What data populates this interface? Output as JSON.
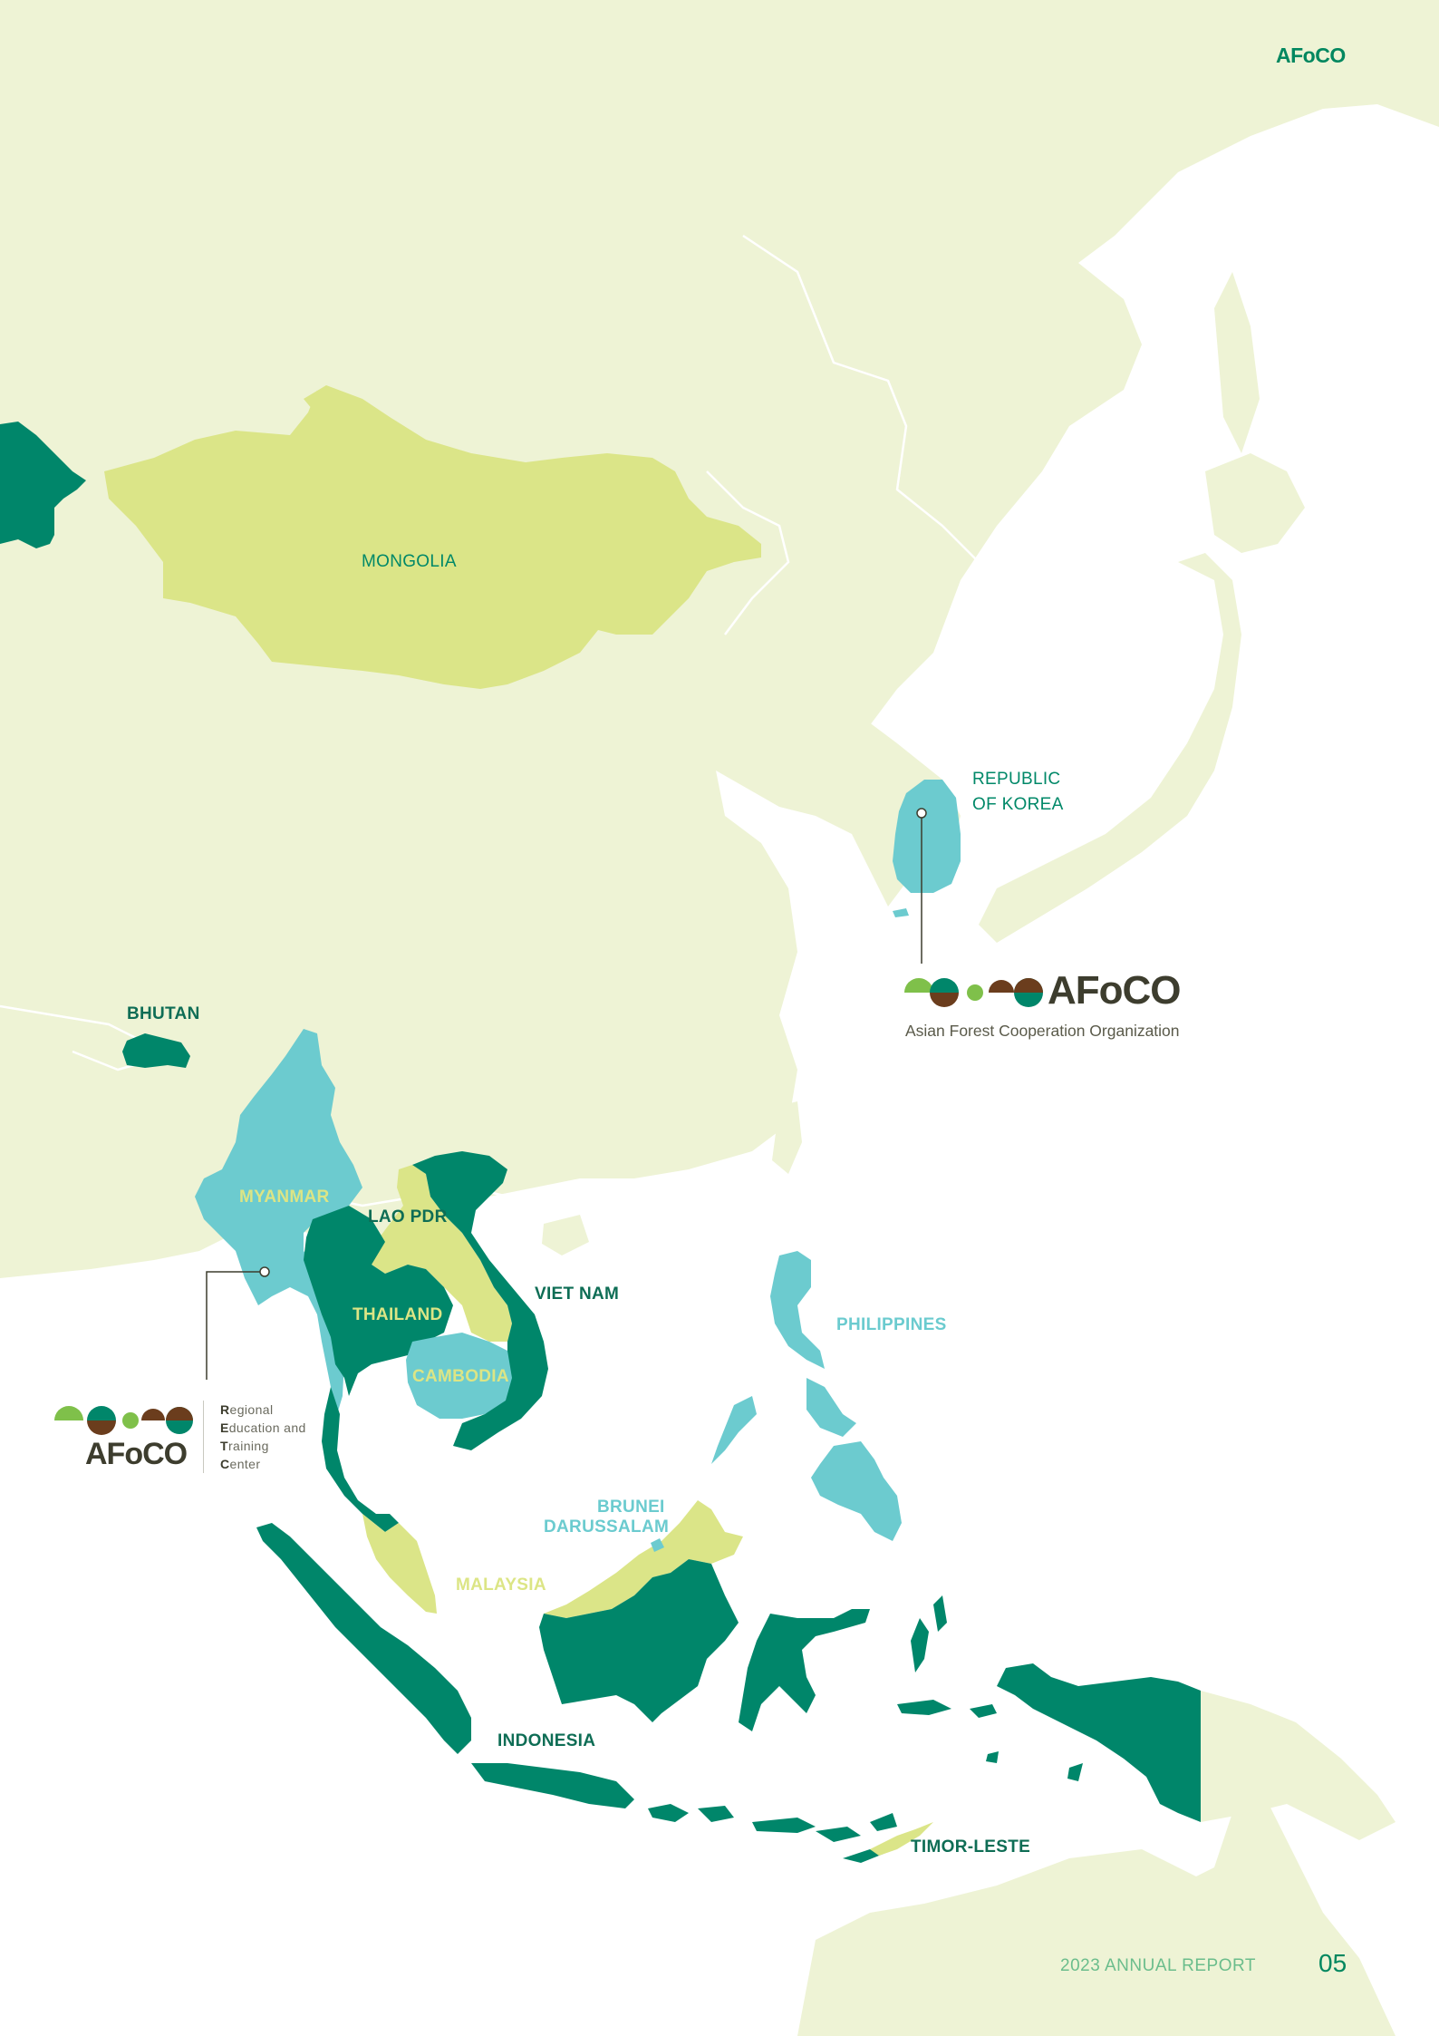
{
  "brand": "AFoCO",
  "countries": {
    "mongolia": "MONGOLIA",
    "korea_line1": "REPUBLIC",
    "korea_line2": "OF KOREA",
    "bhutan": "BHUTAN",
    "myanmar": "MYANMAR",
    "laos": "LAO PDR",
    "thailand": "THAILAND",
    "vietnam": "VIET NAM",
    "cambodia": "CAMBODIA",
    "philippines": "PHILIPPINES",
    "brunei_line1": "BRUNEI",
    "brunei_line2": "DARUSSALAM",
    "malaysia": "MALAYSIA",
    "indonesia": "INDONESIA",
    "timor": "TIMOR-LESTE"
  },
  "hq": {
    "wordmark": "AFoCO",
    "subtitle": "Asian Forest Cooperation Organization"
  },
  "rc": {
    "wordmark": "AFoCO",
    "l1_initial": "R",
    "l1_rest": "egional",
    "l2_initial": "E",
    "l2_rest": "ducation and",
    "l3_initial": "T",
    "l3_rest": "raining",
    "l4_initial": "C",
    "l4_rest": "enter"
  },
  "footer": {
    "report": "2023 ANNUAL REPORT",
    "page": "05"
  },
  "colors": {
    "member_dark": "#00866a",
    "member_teal": "#6ccbcf",
    "member_lime": "#dbe588",
    "land_bg": "#eef3d5",
    "brand": "#00875f"
  }
}
